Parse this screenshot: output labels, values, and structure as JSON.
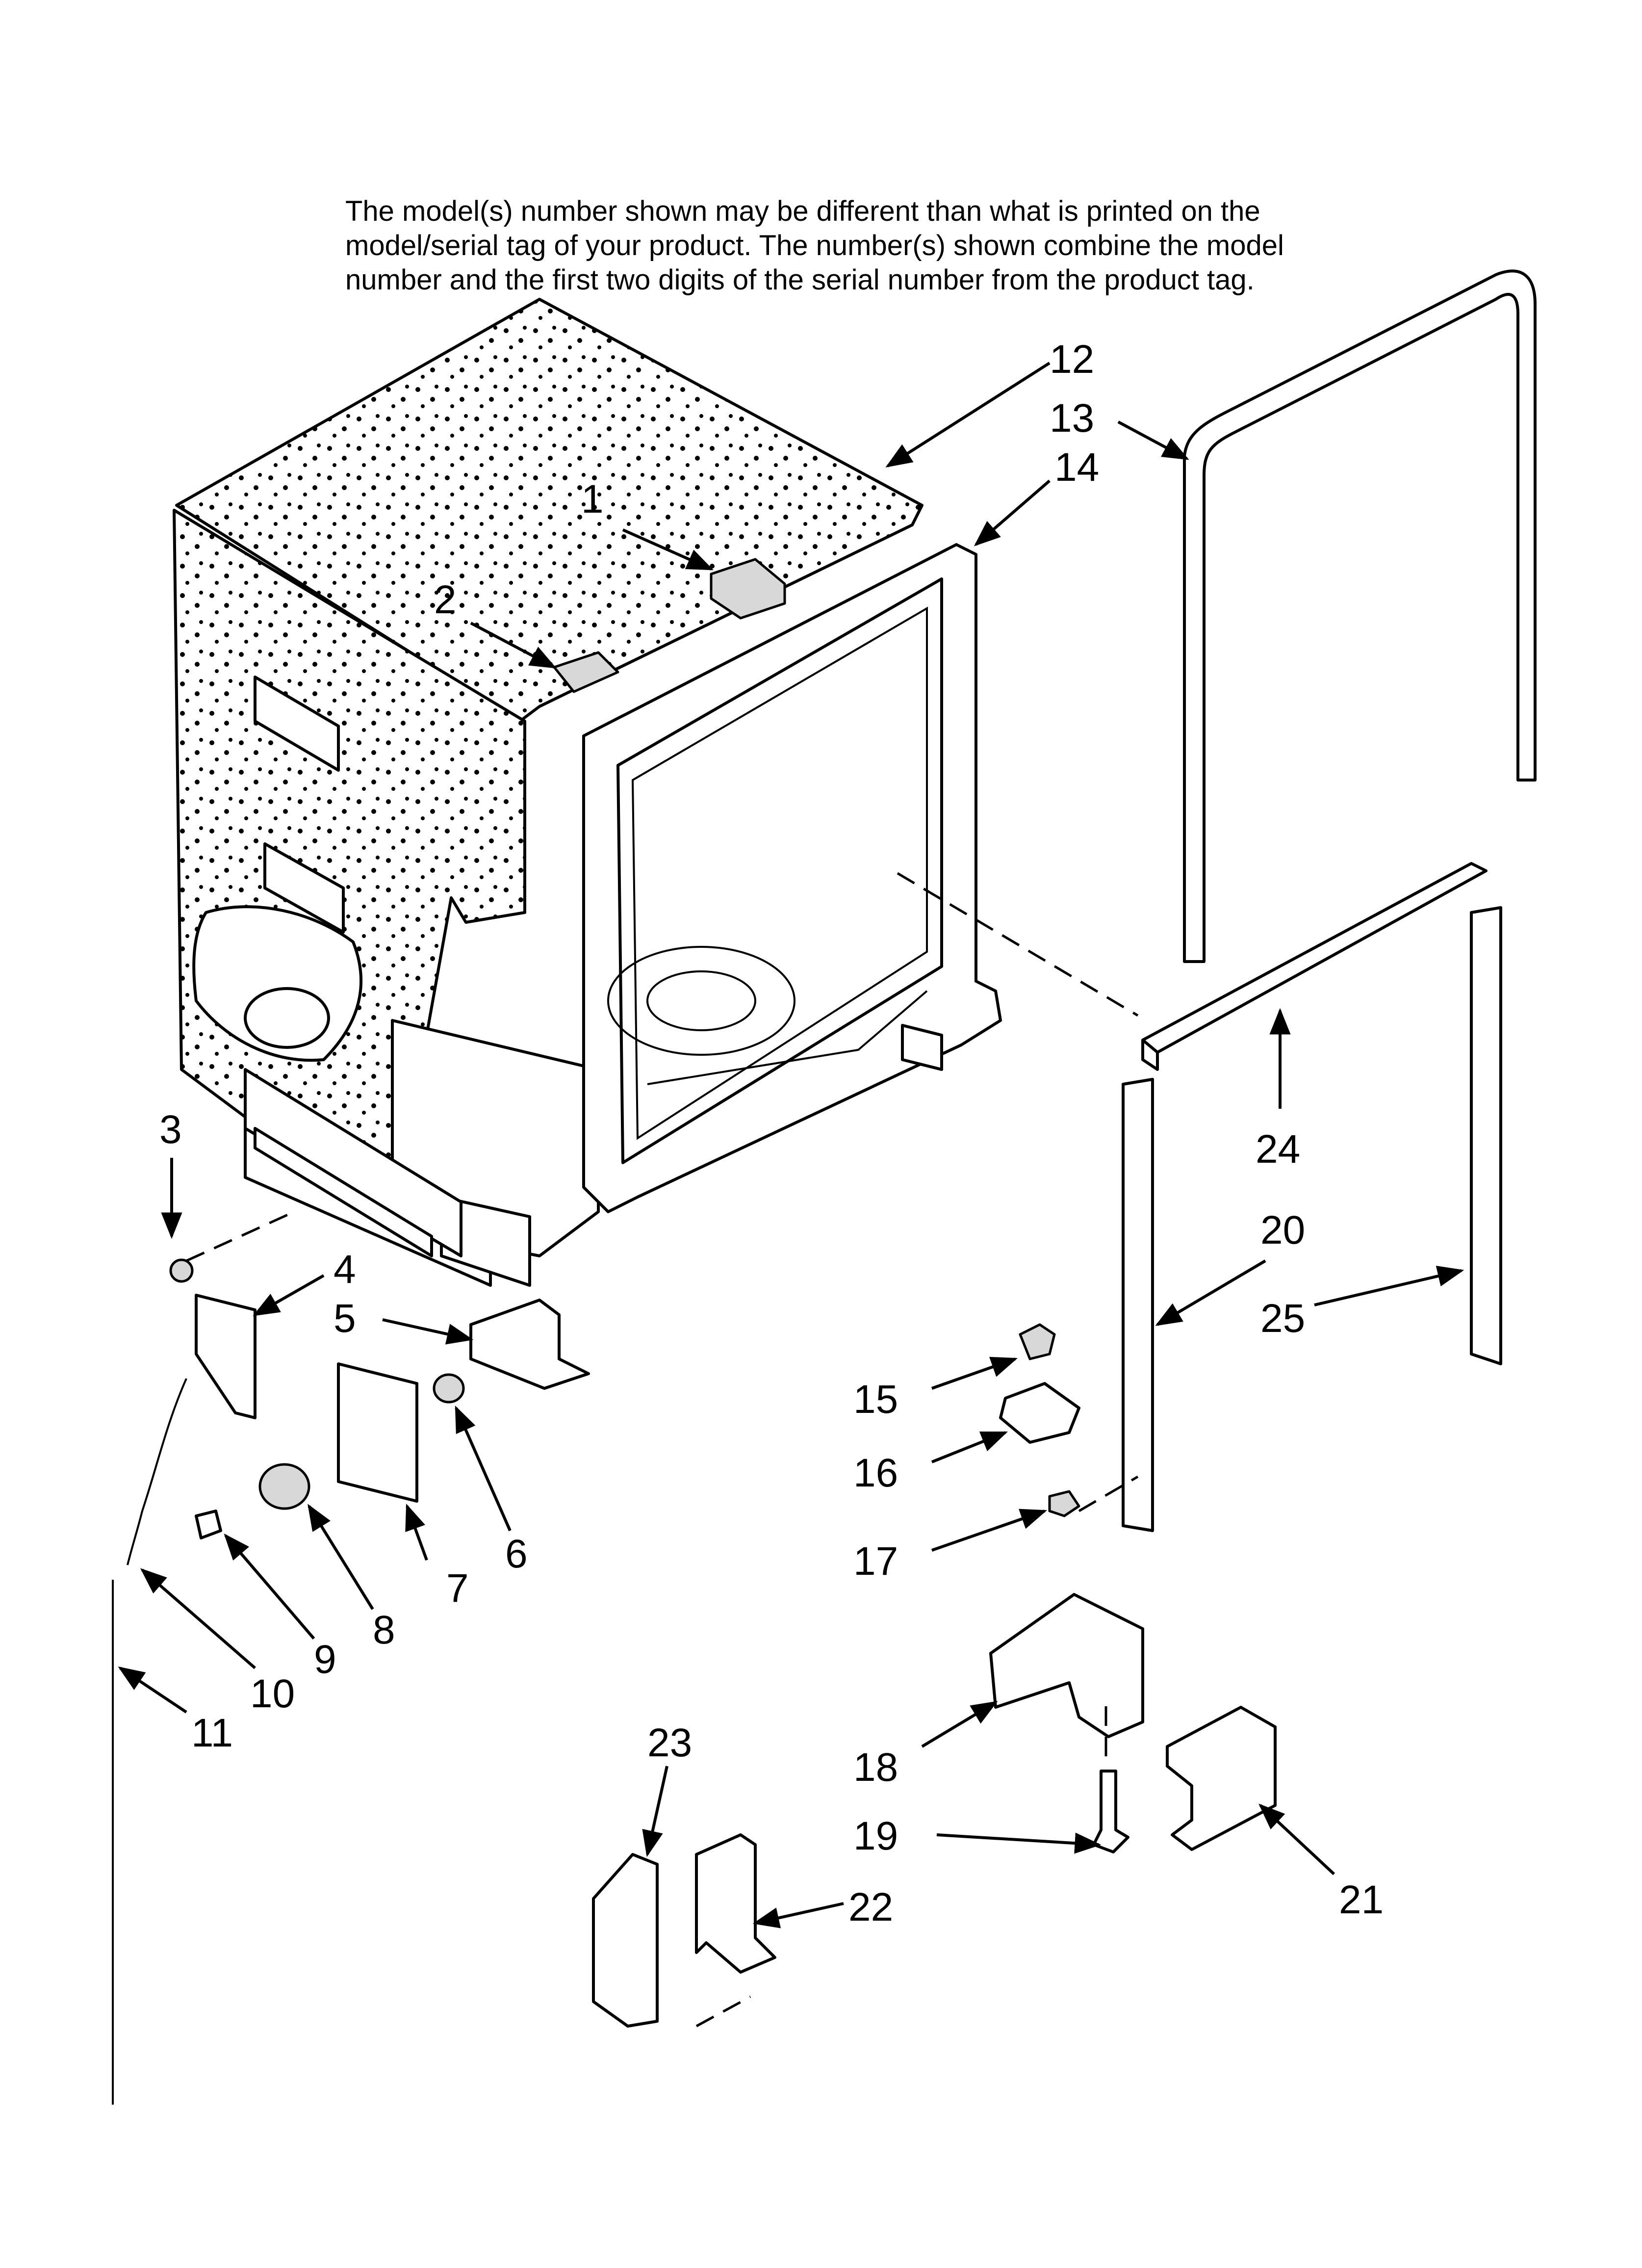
{
  "note": {
    "lines": [
      "The model(s) number shown may be different than what is printed on the",
      "model/serial tag of your product. The number(s) shown combine the model",
      "number and the first two digits of the serial number from the product tag."
    ]
  },
  "callouts": {
    "c1": "1",
    "c2": "2",
    "c3": "3",
    "c4": "4",
    "c5": "5",
    "c6": "6",
    "c7": "7",
    "c8": "8",
    "c9": "9",
    "c10": "10",
    "c11": "11",
    "c12": "12",
    "c13": "13",
    "c14": "14",
    "c15": "15",
    "c16": "16",
    "c17": "17",
    "c18": "18",
    "c19": "19",
    "c20": "20",
    "c21": "21",
    "c22": "22",
    "c23": "23",
    "c24": "24",
    "c25": "25"
  }
}
